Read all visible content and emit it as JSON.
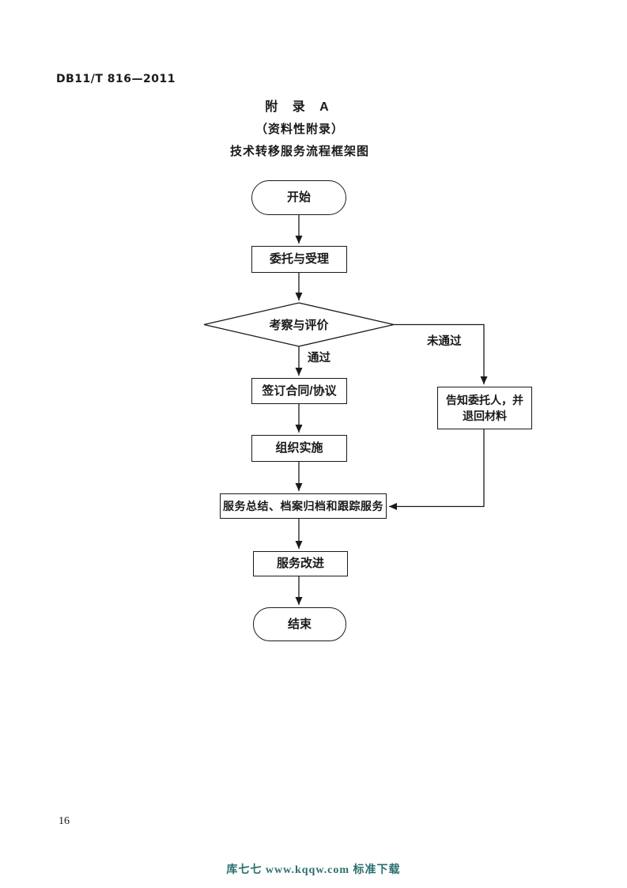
{
  "document": {
    "header": "DB11/T 816—2011",
    "page_number": "16",
    "footer": "库七七 www.kqqw.com 标准下载"
  },
  "appendix": {
    "title": "附 录 A",
    "subtitle": "（资料性附录）",
    "heading": "技术转移服务流程框架图"
  },
  "flowchart": {
    "nodes": {
      "start": "开始",
      "accept": "委托与受理",
      "evaluate": "考察与评价",
      "contract": "签订合同/协议",
      "implement": "组织实施",
      "summary": "服务总结、档案归档和跟踪服务",
      "improve": "服务改进",
      "end": "结束",
      "notify": [
        "告知委托人，并",
        "退回材料"
      ]
    },
    "edge_labels": {
      "pass": "通过",
      "fail": "未通过"
    }
  },
  "colors": {
    "ink": "#1a1a1a",
    "footer_text": "#2a6f6f"
  }
}
